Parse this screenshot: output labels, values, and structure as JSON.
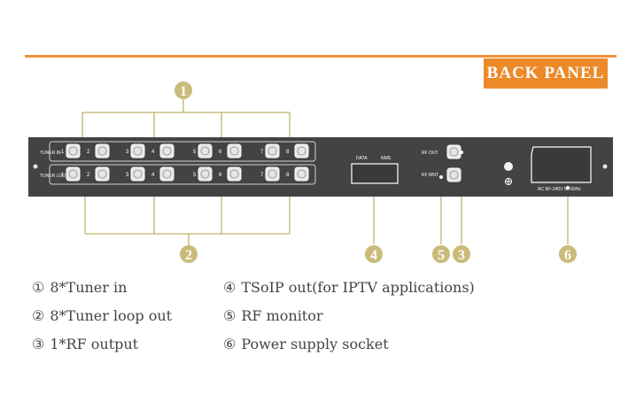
{
  "banner": {
    "label": "BACK PANEL"
  },
  "colors": {
    "accent": "#ec8a2a",
    "callout": "#c9bb7a",
    "panel": "#434343",
    "line": "#bfb36a"
  },
  "panel": {
    "tuner_in_label": "TUNER IN",
    "tuner_loop_label": "TUNER LOOP",
    "row1_numbers": [
      "1",
      "2",
      "3",
      "4",
      "5",
      "6",
      "7",
      "8"
    ],
    "row2_numbers": [
      "1",
      "2",
      "3",
      "4",
      "5",
      "6",
      "7",
      "8"
    ],
    "data_label": "DATA",
    "nms_label": "NMS",
    "rf_out_label": "RF OUT",
    "rf_mnt_label": "RF MNT",
    "power_label": "AC 90~240V 50-60Hz"
  },
  "callouts": [
    "1",
    "2",
    "3",
    "4",
    "5",
    "6"
  ],
  "legend": [
    {
      "num": "①",
      "text": "8*Tuner in"
    },
    {
      "num": "②",
      "text": "8*Tuner loop out"
    },
    {
      "num": "③",
      "text": "1*RF output"
    },
    {
      "num": "④",
      "text": "TSoIP out(for IPTV applications)"
    },
    {
      "num": "⑤",
      "text": "RF monitor"
    },
    {
      "num": "⑥",
      "text": "Power supply socket"
    }
  ]
}
